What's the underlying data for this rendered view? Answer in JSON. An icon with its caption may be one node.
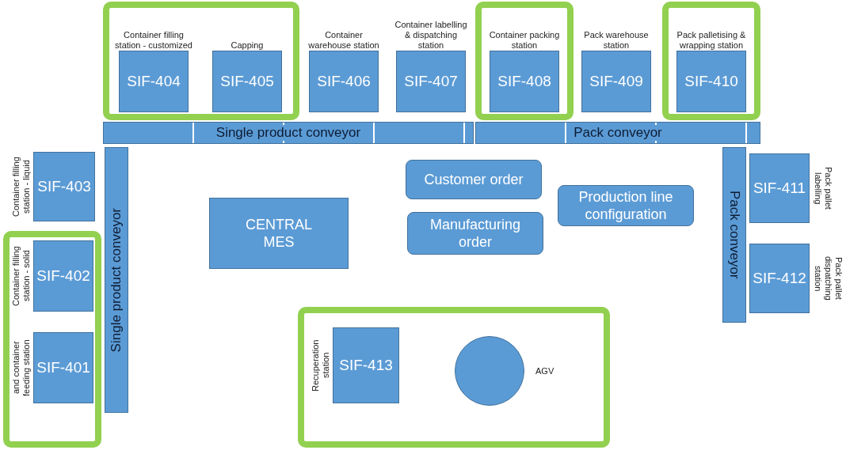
{
  "diagram": {
    "nodes": [
      {
        "text": [],
        "shape": "box"
      },
      {
        "text": [
          "SIF-404"
        ],
        "in": 0,
        "beside": [
          "Container filling station - customized"
        ]
      },
      {
        "text": [
          "SIF-405"
        ],
        "in": 0,
        "beside": [
          "Capping"
        ]
      },
      {
        "text": [
          "SIF-406"
        ],
        "beside": [
          "Container warehouse station"
        ]
      },
      {
        "text": [
          "SIF-407"
        ],
        "beside": [
          "Container labelling & dispatching station"
        ]
      },
      {
        "text": [],
        "shape": "box"
      },
      {
        "text": [
          "SIF-408"
        ],
        "in": 5,
        "beside": [
          "Container packing station"
        ]
      },
      {
        "text": [
          "SIF-409"
        ],
        "beside": [
          "Pack warehouse station"
        ]
      },
      {
        "text": [],
        "shape": "box"
      },
      {
        "text": [
          "SIF-410"
        ],
        "in": 8,
        "beside": [
          "Pack palletising & wrapping station"
        ]
      },
      {
        "text": [
          "Single product conveyor"
        ]
      },
      {
        "text": [
          "Pack conveyor"
        ]
      },
      {
        "text": [
          "SIF-403"
        ],
        "beside": [
          "Container filling station - liquid"
        ]
      },
      {
        "text": [
          "SIF-411"
        ],
        "beside": [
          "Pack pallet labelling"
        ]
      },
      {
        "text": [
          "Customer order"
        ]
      },
      {
        "text": [
          "Single product conveyor"
        ]
      },
      {
        "text": [
          "Production line configuration"
        ]
      },
      {
        "text": [
          "CENTRAL MES"
        ]
      },
      {
        "text": [
          "Manufacturing order"
        ]
      },
      {
        "text": [
          "Pack conveyor"
        ]
      },
      {
        "text": [],
        "shape": "box"
      },
      {
        "text": [
          "SIF-402"
        ],
        "in": 20,
        "beside": [
          "Container filling station - solid"
        ]
      },
      {
        "text": [
          "SIF-412"
        ],
        "beside": [
          "Pack pallet dispatching station"
        ]
      },
      {
        "text": [
          "SIF-401"
        ],
        "in": 20,
        "beside": [
          "and container feeding station"
        ]
      },
      {
        "text": [],
        "shape": "box"
      },
      {
        "text": [
          "SIF-413"
        ],
        "in": 24,
        "beside": [
          "Recuperation station"
        ]
      },
      {
        "text": [],
        "shape": "circle",
        "in": 24,
        "beside": [
          "AGV"
        ]
      }
    ]
  }
}
